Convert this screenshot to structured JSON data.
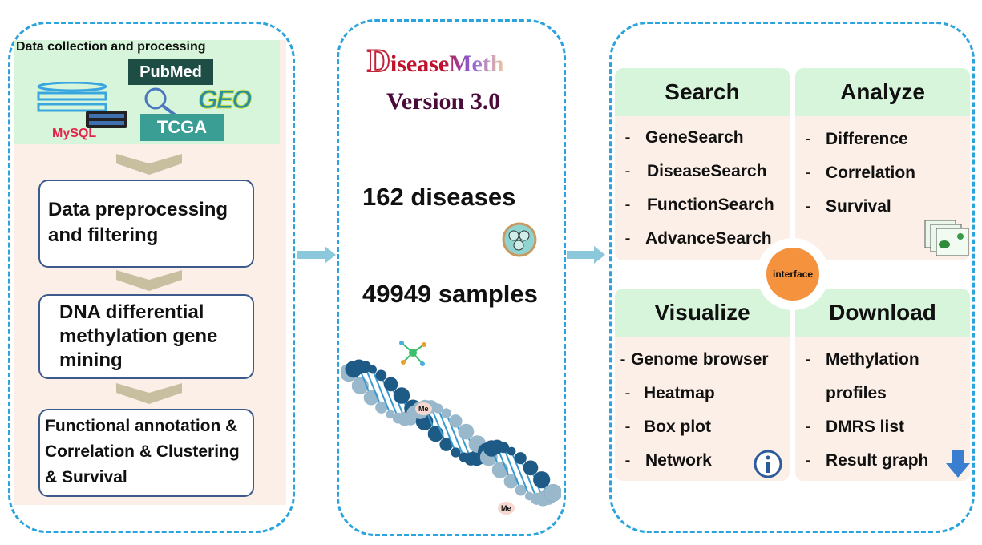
{
  "collection": {
    "title": "Data collection and processing",
    "sources": [
      "PubMed",
      "GEO",
      "MySQL",
      "TCGA"
    ]
  },
  "steps": [
    "Data preprocessing and filtering",
    "DNA differential methylation gene mining",
    "Functional annotation & Correlation & Clustering & Survival"
  ],
  "center": {
    "logo_first": "D",
    "logo_rest": "iseaseMeth",
    "version": "Version 3.0",
    "diseases": "162 diseases",
    "samples": "49949 samples",
    "me_label": "Me"
  },
  "quadrants": {
    "search": {
      "title": "Search",
      "items": [
        "GeneSearch",
        "DiseaseSearch",
        "FunctionSearch",
        "AdvanceSearch"
      ]
    },
    "analyze": {
      "title": "Analyze",
      "items": [
        "Difference",
        "Correlation",
        "Survival"
      ]
    },
    "visualize": {
      "title": "Visualize",
      "items": [
        "Genome browser",
        "Heatmap",
        "Box plot",
        "Network"
      ]
    },
    "download": {
      "title": "Download",
      "items": [
        "Methylation",
        "profiles",
        "DMRS list",
        "Result graph"
      ]
    }
  },
  "hub": "interface",
  "colors": {
    "border": "#2ba3dc",
    "green": "#d6f5da",
    "peach": "#fcefe7",
    "orange": "#f5923e",
    "step_border": "#3c5a8c"
  }
}
